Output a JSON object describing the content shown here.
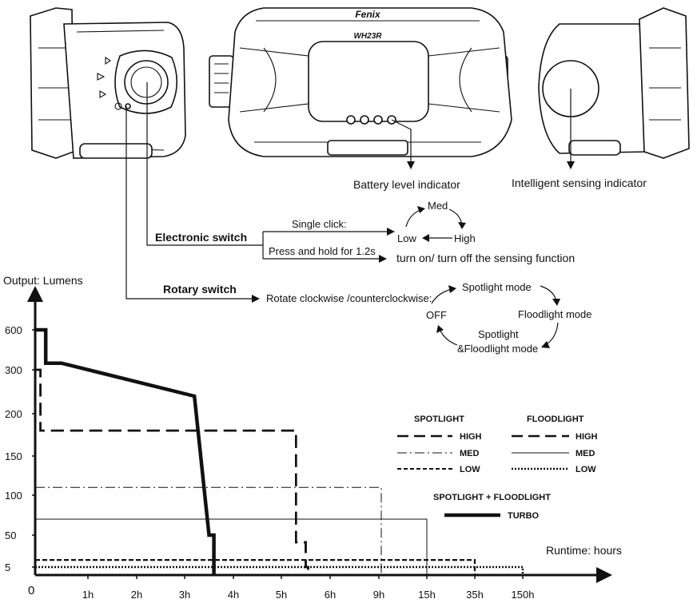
{
  "brand": "Fenix",
  "model": "WH23R",
  "callouts": {
    "battery": "Battery level indicator",
    "sensing": "Intelligent sensing indicator"
  },
  "electronic_switch": {
    "title": "Electronic switch",
    "single_click": "Single click:",
    "press_hold": "Press and hold for 1.2s",
    "press_hold_result": "turn on/ turn off the sensing function",
    "cycle": [
      "Low",
      "Med",
      "High"
    ]
  },
  "rotary_switch": {
    "title": "Rotary switch",
    "instruction": "Rotate clockwise /counterclockwise:",
    "modes": {
      "spot": "Spotlight mode",
      "flood": "Floodlight mode",
      "both_line1": "Spotlight",
      "both_line2": "&Floodlight mode",
      "off": "OFF"
    }
  },
  "legend": {
    "spotlight": "SPOTLIGHT",
    "floodlight": "FLOODLIGHT",
    "high": "HIGH",
    "med": "MED",
    "low": "LOW",
    "combo": "SPOTLIGHT + FLOODLIGHT",
    "turbo": "TURBO"
  },
  "colors": {
    "ink": "#111111",
    "background": "#ffffff"
  },
  "chart_data": {
    "type": "line",
    "ylabel": "Output: Lumens",
    "xlabel": "Runtime: hours",
    "y_ticks": [
      "600",
      "300",
      "200",
      "150",
      "100",
      "50",
      "5"
    ],
    "x_ticks": [
      "1h",
      "2h",
      "3h",
      "4h",
      "5h",
      "6h",
      "9h",
      "15h",
      "35h",
      "150h"
    ],
    "origin": "0",
    "x_scale": "non-linear (category-spaced ticks)",
    "y_scale": "non-linear (category-spaced ticks)",
    "series": [
      {
        "name": "SPOTLIGHT HIGH",
        "style": "long-dash",
        "points": [
          [
            0,
            300
          ],
          [
            0.1,
            300
          ],
          [
            0.1,
            180
          ],
          [
            5.3,
            180
          ],
          [
            5.3,
            40
          ],
          [
            5.5,
            40
          ],
          [
            5.5,
            5
          ],
          [
            5.55,
            5
          ],
          [
            5.55,
            0
          ]
        ]
      },
      {
        "name": "SPOTLIGHT MED",
        "style": "dash-dot",
        "points": [
          [
            0,
            110
          ],
          [
            9.3,
            110
          ],
          [
            9.3,
            0
          ]
        ]
      },
      {
        "name": "SPOTLIGHT LOW",
        "style": "short-dash",
        "points": [
          [
            0,
            15
          ],
          [
            35,
            15
          ],
          [
            35,
            0
          ]
        ]
      },
      {
        "name": "FLOODLIGHT HIGH",
        "style": "long-dash",
        "points": [
          [
            0,
            300
          ],
          [
            0.1,
            300
          ],
          [
            0.1,
            180
          ],
          [
            5.3,
            180
          ],
          [
            5.3,
            40
          ],
          [
            5.5,
            40
          ],
          [
            5.5,
            5
          ],
          [
            5.55,
            5
          ],
          [
            5.55,
            0
          ]
        ]
      },
      {
        "name": "FLOODLIGHT MED",
        "style": "solid-thin",
        "points": [
          [
            0,
            70
          ],
          [
            15,
            70
          ],
          [
            15,
            0
          ]
        ]
      },
      {
        "name": "FLOODLIGHT LOW",
        "style": "dotted",
        "points": [
          [
            0,
            5
          ],
          [
            150,
            5
          ],
          [
            150,
            0
          ]
        ]
      },
      {
        "name": "TURBO",
        "style": "solid-thick",
        "points": [
          [
            0,
            600
          ],
          [
            0.2,
            600
          ],
          [
            0.2,
            350
          ],
          [
            0.5,
            350
          ],
          [
            3.2,
            240
          ],
          [
            3.5,
            50
          ],
          [
            3.6,
            50
          ],
          [
            3.6,
            0
          ]
        ]
      }
    ]
  }
}
